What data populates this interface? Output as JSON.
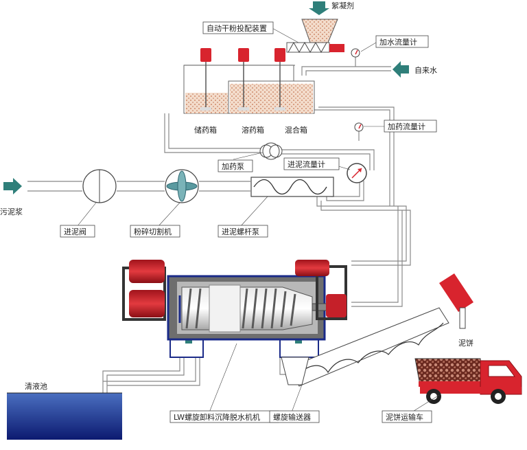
{
  "labels": {
    "flocculant": "絮凝剂",
    "auto_dosing": "自动干粉投配装置",
    "water_flowmeter": "加水流量计",
    "tap_water": "自来水",
    "storage_tank": "储药箱",
    "dissolving_tank": "溶药箱",
    "mixing_tank": "混合箱",
    "dosing_flowmeter": "加药流量计",
    "dosing_pump": "加药泵",
    "sludge_flowmeter": "进泥流量计",
    "sludge_in": "污泥浆",
    "inlet_valve": "进泥阀",
    "grinder": "粉碎切割机",
    "screw_pump": "进泥螺杆泵",
    "clear_pool": "清液池",
    "centrifuge": "LW螺旋卸料沉降脱水机机",
    "screw_conveyor": "螺旋输送器",
    "cake": "泥饼",
    "truck": "泥饼运输车"
  },
  "colors": {
    "pipe": "#7a7a7a",
    "teal": "#2f7f7a",
    "red": "#d8242e",
    "blue": "#1a2a88",
    "liquid": "#e9c9b3"
  }
}
